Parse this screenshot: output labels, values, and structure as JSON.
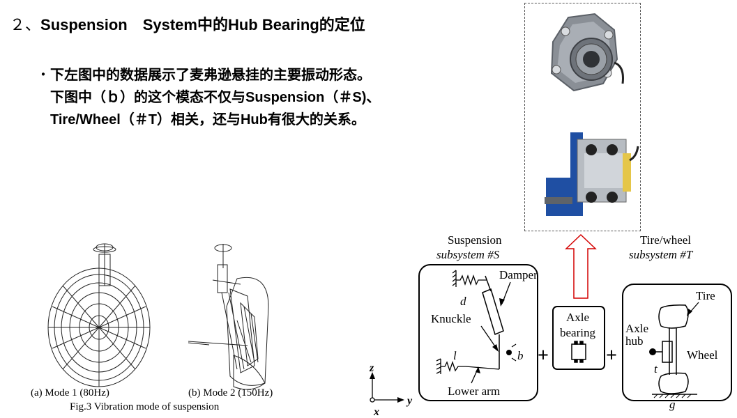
{
  "slide": {
    "title_number": "２、",
    "title_text": "Suspension　System中的Hub Bearing的定位",
    "bullet_symbol": "・",
    "bullet_lines": [
      "下左图中的数据展示了麦弗逊悬挂的主要振动形态。",
      "下图中（ｂ）的这个模态不仅与Suspension（＃S)、",
      "Tire/Wheel（＃T）相关，还与Hub有很大的关系。"
    ]
  },
  "figure_left": {
    "mode1_caption": "(a) Mode 1 (80Hz)",
    "mode2_caption": "(b) Mode 2  (150Hz)",
    "fig_caption": "Fig.3 Vibration mode of suspension"
  },
  "diagram": {
    "suspension_title_line1": "Suspension",
    "suspension_title_line2": "subsystem  #S",
    "tire_title_line1": "Tire/wheel",
    "tire_title_line2": "subsystem  #T",
    "damper": "Damper",
    "knuckle": "Knuckle",
    "d": "d",
    "l": "l",
    "b": "b",
    "lower_arm": "Lower arm",
    "axle_bearing_line1": "Axle",
    "axle_bearing_line2": "bearing",
    "axle_hub_line1": "Axle",
    "axle_hub_line2": "hub",
    "tire": "Tire",
    "wheel": "Wheel",
    "t": "t",
    "g": "g",
    "plus": "+",
    "axis_z": "z",
    "axis_y": "y",
    "axis_x": "x",
    "arrow_color": "#d40000"
  }
}
